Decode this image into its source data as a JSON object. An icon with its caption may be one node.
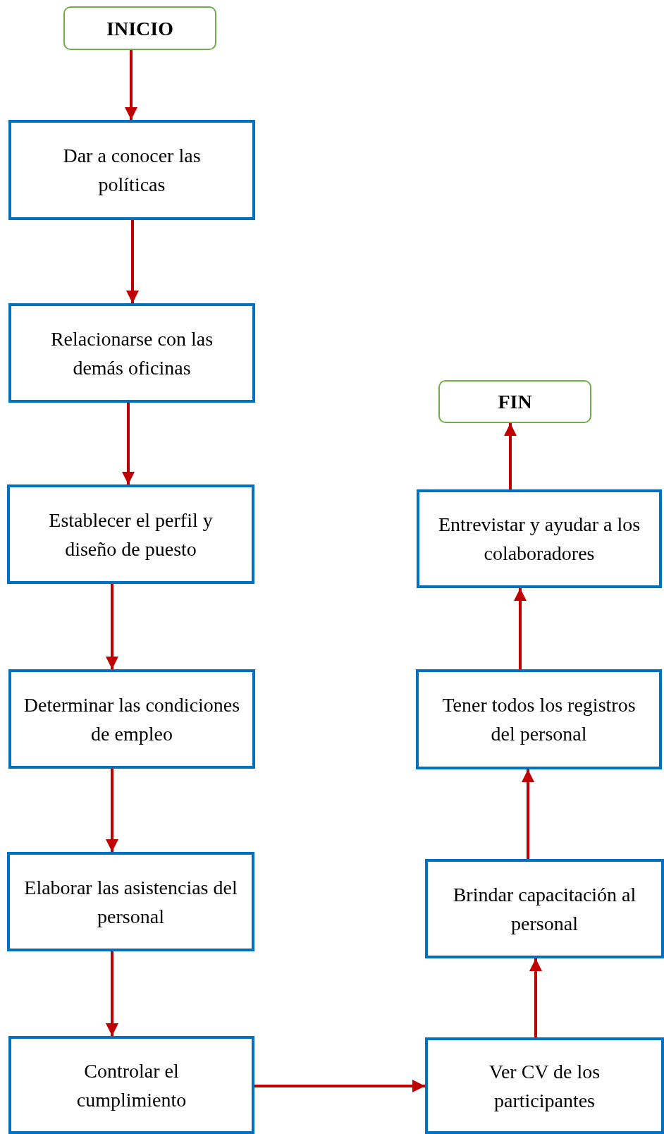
{
  "diagram": {
    "nodes": [
      {
        "text": [
          "INICIO"
        ]
      },
      {
        "text": [
          "Dar a conocer las políticas"
        ]
      },
      {
        "text": [
          "Relacionarse con las demás oficinas"
        ]
      },
      {
        "text": [
          "Establecer el perfil y diseño de puesto"
        ]
      },
      {
        "text": [
          "Determinar las condiciones de empleo"
        ]
      },
      {
        "text": [
          "Elaborar las asistencias del personal"
        ]
      },
      {
        "text": [
          "Controlar el cumplimiento"
        ]
      },
      {
        "text": [
          "Ver CV de los participantes"
        ]
      },
      {
        "text": [
          "Brindar capacitación al personal"
        ]
      },
      {
        "text": [
          "Tener todos los registros del personal"
        ]
      },
      {
        "text": [
          "Entrevistar y ayudar a los colaboradores"
        ]
      },
      {
        "text": [
          "FIN"
        ]
      }
    ],
    "edges": [
      {
        "from": 0,
        "to": 1,
        "arrow": "to"
      },
      {
        "from": 1,
        "to": 2,
        "arrow": "to"
      },
      {
        "from": 2,
        "to": 3,
        "arrow": "to"
      },
      {
        "from": 3,
        "to": 4,
        "arrow": "to"
      },
      {
        "from": 4,
        "to": 5,
        "arrow": "to"
      },
      {
        "from": 5,
        "to": 6,
        "arrow": "to"
      },
      {
        "from": 6,
        "to": 7,
        "arrow": "to"
      },
      {
        "from": 7,
        "to": 8,
        "arrow": "to"
      },
      {
        "from": 8,
        "to": 9,
        "arrow": "to"
      },
      {
        "from": 9,
        "to": 10,
        "arrow": "to"
      },
      {
        "from": 10,
        "to": 11,
        "arrow": "to"
      }
    ]
  }
}
